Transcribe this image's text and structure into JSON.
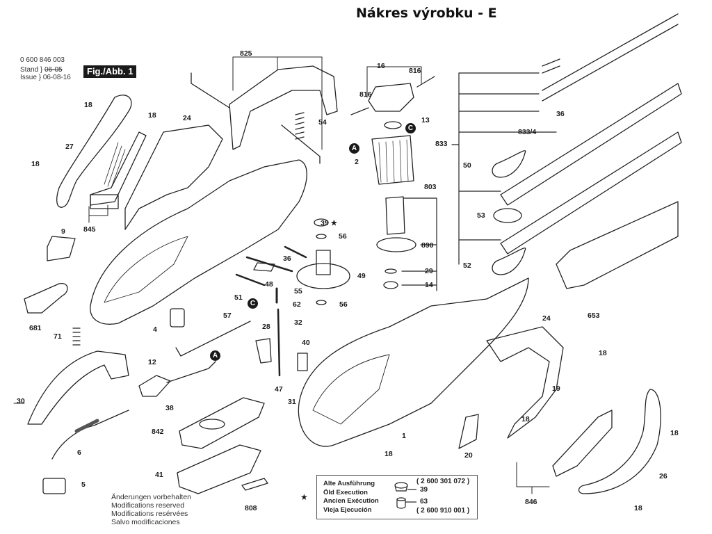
{
  "page_title": "Nákres výrobku - E",
  "header": {
    "document_number": "0 600 846 003",
    "stand_label": "Stand",
    "stand_value": "06-05",
    "issue_label": "Issue",
    "issue_value": "06-08-16",
    "figure_label": "Fig./Abb. 1"
  },
  "callouts": {
    "825": "825",
    "16": "16",
    "816a": "816",
    "816b": "816",
    "18a": "18",
    "18b": "18",
    "18c": "18",
    "18d": "18",
    "18e": "18",
    "18f": "18",
    "18g": "18",
    "18h": "18",
    "27": "27",
    "24a": "24",
    "24b": "24",
    "54": "54",
    "13": "13",
    "2": "2",
    "36a": "36",
    "36b": "36",
    "833": "833",
    "833_4": "833/4",
    "50": "50",
    "53": "53",
    "52": "52",
    "803": "803",
    "890": "890",
    "29": "29",
    "14": "14",
    "39": "39 ★",
    "56a": "56",
    "56b": "56",
    "49": "49",
    "55": "55",
    "62": "62",
    "32": "32",
    "48": "48",
    "51": "51",
    "57": "57",
    "9": "9",
    "845": "845",
    "681": "681",
    "71": "71",
    "4": "4",
    "12": "12",
    "30": "30",
    "38": "38",
    "842": "842",
    "6": "6",
    "41": "41",
    "5": "5",
    "808": "808",
    "28": "28",
    "40": "40",
    "47": "47",
    "31": "31",
    "1": "1",
    "20": "20",
    "19": "19",
    "653": "653",
    "846": "846",
    "26": "26"
  },
  "markers": {
    "A1": "A",
    "A2": "A",
    "C1": "C",
    "C2": "C"
  },
  "modifications_note": [
    "Änderungen vorbehalten",
    "Modifications reserved",
    "Modifications resérvées",
    "Salvo modificaciones"
  ],
  "legend": {
    "star": "★",
    "lines": [
      "Alte Ausführung",
      "Öld Execution",
      "Ancien Exécution",
      "Vieja Ejecución"
    ],
    "part_old": "( 2 600 301 072 )",
    "part_new": "( 2 600 910 001 )",
    "ref_39": "39",
    "ref_63": "63"
  }
}
